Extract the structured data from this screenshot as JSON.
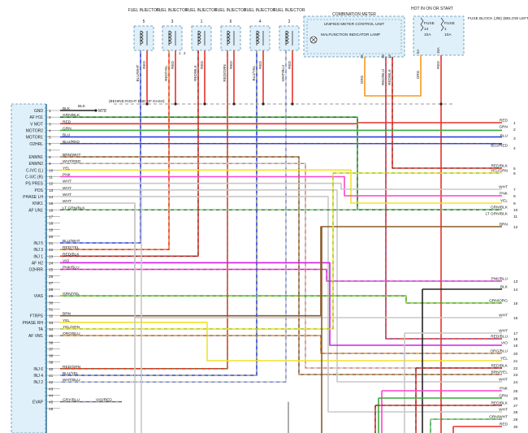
{
  "injectors": [
    {
      "title": "FUEL INJECTOR",
      "num": "5",
      "wire": "BLU/WHT"
    },
    {
      "title": "FUEL INJECTOR",
      "num": "3",
      "wire": "RED/YEL"
    },
    {
      "title": "FUEL INJECTOR",
      "num": "1",
      "wire": "RED/BLK"
    },
    {
      "title": "FUEL INJECTOR",
      "num": "6",
      "wire": "RED/GRN"
    },
    {
      "title": "FUEL INJECTOR",
      "num": "4",
      "wire": "BLU/YEL"
    },
    {
      "title": "FUEL INJECTOR",
      "num": "2",
      "wire": "WHT/BLU"
    }
  ],
  "injector_pins": {
    "a": "1",
    "b": "2"
  },
  "meter": {
    "title": "COMBINATION METER",
    "unit": "UNIFIED METER CONTROL UNIT",
    "mil": "MALFUNCTION INDICATOR LAMP",
    "pins": [
      "25",
      "18",
      "13"
    ],
    "wires": [
      "ORG",
      "RED/BLU",
      "RED/BLK"
    ]
  },
  "hot": "HOT IN ON OR START",
  "fuses": [
    {
      "name": "FUSE",
      "num": "14",
      "amp": "10A",
      "pin": "5A",
      "wire": "ORG"
    },
    {
      "name": "FUSE",
      "num": "1",
      "amp": "10A",
      "pin": "15A",
      "wire": "RED"
    }
  ],
  "fuse_block": "FUSE BLOCK (J/B) (BELOW LEFT SIDE OF DASH)",
  "ground_note": "(BEHIND RIGHT END OF DASH)",
  "ground_id": "M78",
  "ground_wire": "BLK",
  "ecm_rows": [
    {
      "pin": "1",
      "label": "GND",
      "wire": "BLK"
    },
    {
      "pin": "2",
      "label": "AF H11",
      "wire": "GRN/BLK"
    },
    {
      "pin": "3",
      "label": "V MOT",
      "wire": "RED"
    },
    {
      "pin": "4",
      "label": "MOTOR2",
      "wire": "GRN"
    },
    {
      "pin": "5",
      "label": "MOTOR1",
      "wire": "BLU"
    },
    {
      "pin": "6",
      "label": "O2HRL",
      "wire": "BLU/RED"
    },
    {
      "pin": "7",
      "label": "",
      "wire": ""
    },
    {
      "pin": "8",
      "label": "ENMN1",
      "wire": "BRN/WHT"
    },
    {
      "pin": "9",
      "label": "ENMN2",
      "wire": "WHT/RED"
    },
    {
      "pin": "10",
      "label": "C-IVC (L)",
      "wire": "YEL"
    },
    {
      "pin": "11",
      "label": "C-IVC (R)",
      "wire": "PNK"
    },
    {
      "pin": "12",
      "label": "PS PRES",
      "wire": "WHT"
    },
    {
      "pin": "13",
      "label": "POS",
      "wire": "WHT"
    },
    {
      "pin": "14",
      "label": "PHASE LH",
      "wire": "WHT"
    },
    {
      "pin": "15",
      "label": "KNK1",
      "wire": "WHT"
    },
    {
      "pin": "16",
      "label": "AF UN1",
      "wire": "LT GRN/BLK"
    },
    {
      "pin": "17",
      "label": "",
      "wire": ""
    },
    {
      "pin": "18",
      "label": "",
      "wire": ""
    },
    {
      "pin": "19",
      "label": "",
      "wire": ""
    },
    {
      "pin": "20",
      "label": "",
      "wire": ""
    },
    {
      "pin": "21",
      "label": "INJ 5",
      "wire": "BLU/WHT"
    },
    {
      "pin": "22",
      "label": "INJ 3",
      "wire": "RED/YEL"
    },
    {
      "pin": "23",
      "label": "INJ 1",
      "wire": "RED/BLK"
    },
    {
      "pin": "24",
      "label": "AF H2",
      "wire": "VIO"
    },
    {
      "pin": "25",
      "label": "O2HRR",
      "wire": "PNK/BLU"
    },
    {
      "pin": "26",
      "label": "",
      "wire": ""
    },
    {
      "pin": "27",
      "label": "",
      "wire": ""
    },
    {
      "pin": "28",
      "label": "",
      "wire": ""
    },
    {
      "pin": "29",
      "label": "VIAS",
      "wire": "GRN/YEL"
    },
    {
      "pin": "30",
      "label": "",
      "wire": ""
    },
    {
      "pin": "31",
      "label": "",
      "wire": ""
    },
    {
      "pin": "32",
      "label": "FTRPS",
      "wire": "BRN"
    },
    {
      "pin": "33",
      "label": "PHASE RH",
      "wire": "YEL"
    },
    {
      "pin": "34",
      "label": "TA",
      "wire": "YEL/GRN"
    },
    {
      "pin": "35",
      "label": "AF VM1",
      "wire": "ORG/BLU"
    },
    {
      "pin": "36",
      "label": "",
      "wire": ""
    },
    {
      "pin": "37",
      "label": "",
      "wire": ""
    },
    {
      "pin": "38",
      "label": "",
      "wire": ""
    },
    {
      "pin": "39",
      "label": "",
      "wire": ""
    },
    {
      "pin": "40",
      "label": "INJ 6",
      "wire": "RED/GRN"
    },
    {
      "pin": "41",
      "label": "INJ 4",
      "wire": "BLU/YEL"
    },
    {
      "pin": "42",
      "label": "INJ 2",
      "wire": "WHT/BLU"
    },
    {
      "pin": "43",
      "label": "",
      "wire": ""
    },
    {
      "pin": "44",
      "label": "",
      "wire": ""
    },
    {
      "pin": "45",
      "label": "EVAP",
      "wire": "GRY/BLU"
    },
    {
      "pin": "46",
      "label": "",
      "wire": ""
    }
  ],
  "evap_extra": "VIO/RED",
  "right_rows": [
    {
      "num": "1",
      "wire": "RED"
    },
    {
      "num": "2",
      "wire": "GRN"
    },
    {
      "num": "3",
      "wire": "BLU"
    },
    {
      "num": "4",
      "wire": "BLU/RED"
    },
    {
      "num": "5",
      "wire": "RED/BLK"
    },
    {
      "num": "6",
      "wire": "YEL/GRN"
    },
    {
      "num": "7",
      "wire": "WHT"
    },
    {
      "num": "8",
      "wire": "PNK"
    },
    {
      "num": "9",
      "wire": "YEL"
    },
    {
      "num": "10",
      "wire": "GRN/BLK"
    },
    {
      "num": "11",
      "wire": "LT GRN/BLK"
    },
    {
      "num": "12",
      "wire": "BRN"
    },
    {
      "num": "13",
      "wire": "PNK/BLU"
    },
    {
      "num": "14",
      "wire": "BLK"
    },
    {
      "num": "15",
      "wire": "GRN/ORG"
    },
    {
      "num": "16",
      "wire": "WHT"
    },
    {
      "num": "17",
      "wire": "WHT"
    },
    {
      "num": "18",
      "wire": "RED/BLU"
    },
    {
      "num": "19",
      "wire": "VIO"
    },
    {
      "num": "20",
      "wire": "ORG/BLU"
    },
    {
      "num": "21",
      "wire": "YEL"
    },
    {
      "num": "22",
      "wire": "RED/BLK"
    },
    {
      "num": "23",
      "wire": "BRN/YEL"
    },
    {
      "num": "24",
      "wire": "WHT"
    },
    {
      "num": "25",
      "wire": "PNK"
    },
    {
      "num": "26",
      "wire": "GRN"
    },
    {
      "num": "27",
      "wire": "RED/BLK"
    },
    {
      "num": "28",
      "wire": "WHT"
    },
    {
      "num": "29",
      "wire": "GRN/WHT"
    },
    {
      "num": "30",
      "wire": "RED"
    }
  ],
  "colors": {
    "RED": "#e8312a",
    "GRN": "#3aa83a",
    "BLU": "#2c44d8",
    "BLK": "#222222",
    "YEL": "#f2e22a",
    "WHT": "#c8c8c8",
    "ORG": "#f39a1e",
    "PNK": "#ff44c8",
    "VIO": "#d21ee6",
    "BRN": "#8a5a28",
    "GRY": "#9a9a9a",
    "LT GRN": "#66d466",
    "panel": "#dff0fa",
    "panel_border": "#5c8fae"
  }
}
